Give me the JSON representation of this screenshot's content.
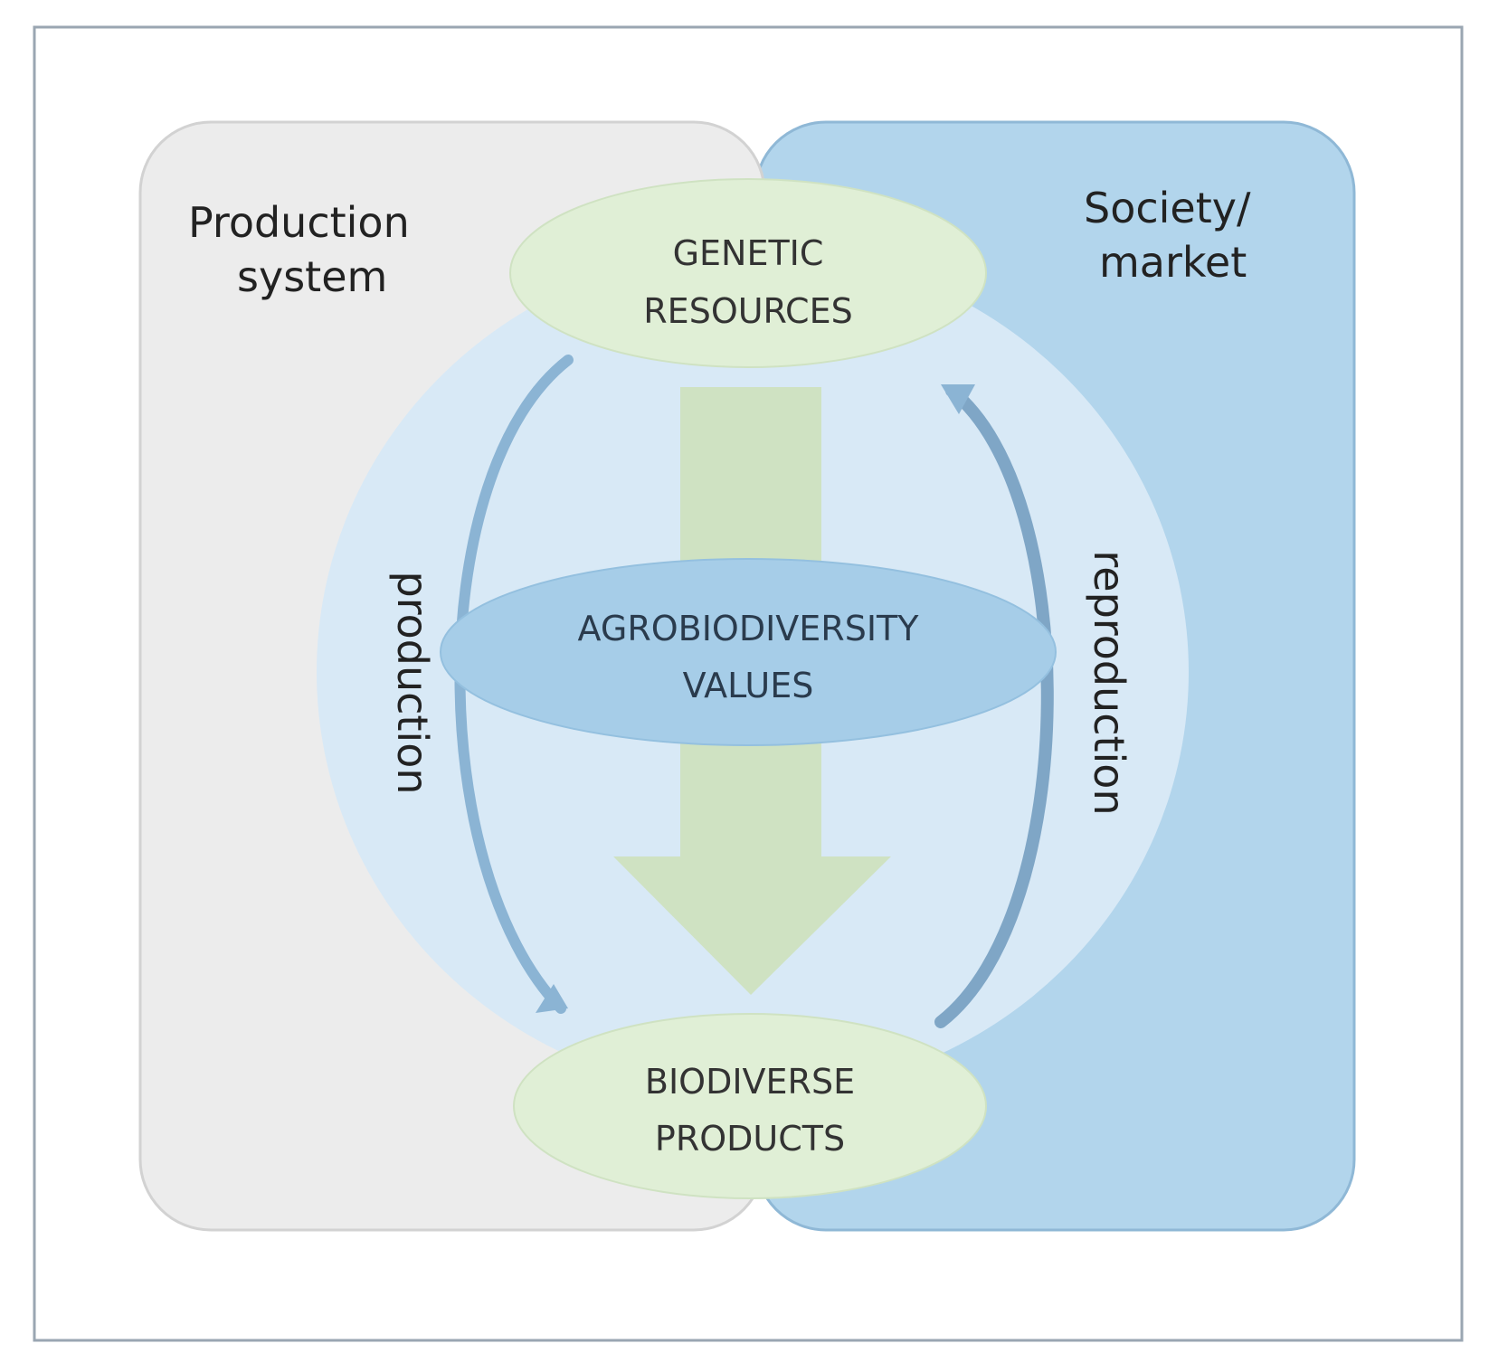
{
  "regions": {
    "production_system": {
      "line1": "Production",
      "line2": "system",
      "fill": "#ececec",
      "stroke": "#d2d2d2"
    },
    "society_market": {
      "line1": "Society/",
      "line2": "market",
      "fill": "#b2d5ec",
      "stroke": "#8fb8d6"
    }
  },
  "nodes": {
    "genetic_resources": {
      "line1": "GENETIC",
      "line2": "RESOURCES",
      "fill": "#e0efd6"
    },
    "agrobiodiversity_values": {
      "line1": "AGROBIODIVERSITY",
      "line2": "VALUES",
      "fill": "#a6cde8"
    },
    "biodiverse_products": {
      "line1": "BIODIVERSE",
      "line2": "PRODUCTS",
      "fill": "#e0efd6"
    }
  },
  "cycle": {
    "fill": "#d8e9f6",
    "left_label": "production",
    "right_label": "reproduction",
    "arrow_color": "#8bb4d4"
  },
  "main_flow": {
    "color": "#cfe2c2"
  },
  "frame": {
    "stroke": "#9aa6b2"
  }
}
